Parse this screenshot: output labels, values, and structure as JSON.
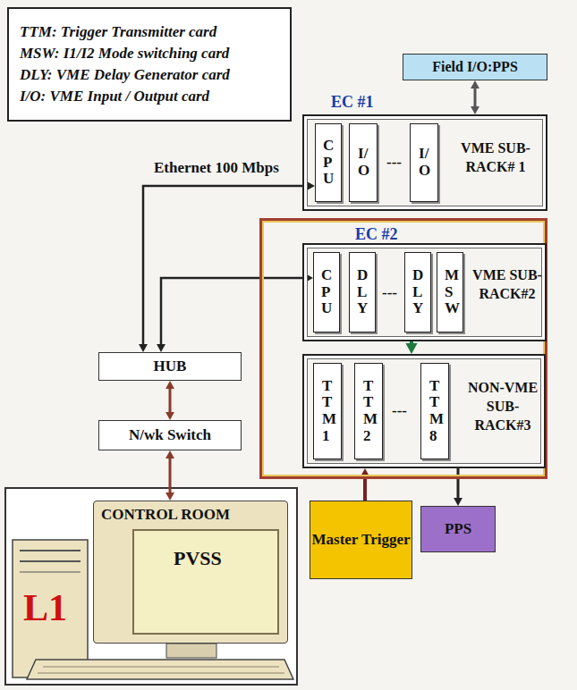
{
  "diagram": {
    "nodes": [
      {
        "text": [
          "TTM: Trigger Transmitter card",
          "MSW: I1/I2 Mode switching card",
          "DLY: VME Delay Generator card",
          "I/O: VME Input / Output card"
        ]
      },
      {
        "text": [
          "Field I/O:PPS"
        ]
      },
      {
        "text": [
          "EC #1",
          "VME SUB-RACK# 1"
        ]
      },
      {
        "text": [
          "CPU"
        ],
        "in": 2
      },
      {
        "text": [
          "I/O"
        ],
        "in": 2
      },
      {
        "text": [
          "I/O"
        ],
        "in": 2
      },
      {
        "text": [
          "EC #2"
        ]
      },
      {
        "text": [
          "VME SUB-RACK#2"
        ],
        "in": 6
      },
      {
        "text": [
          "CPU"
        ],
        "in": 7
      },
      {
        "text": [
          "DLY"
        ],
        "in": 7
      },
      {
        "text": [
          "DLY"
        ],
        "in": 7
      },
      {
        "text": [
          "MSW"
        ],
        "in": 7
      },
      {
        "text": [
          "NON-VME SUB-RACK#3"
        ],
        "in": 6
      },
      {
        "text": [
          "TTM 1"
        ],
        "in": 12
      },
      {
        "text": [
          "TTM 2"
        ],
        "in": 12
      },
      {
        "text": [
          "TTM 8"
        ],
        "in": 12
      },
      {
        "text": [
          "HUB"
        ]
      },
      {
        "text": [
          "N/wk Switch"
        ]
      },
      {
        "text": [
          "CONTROL ROOM"
        ]
      },
      {
        "text": [
          "PVSS"
        ],
        "in": 18
      },
      {
        "text": [
          "Master Trigger"
        ]
      },
      {
        "text": [
          "PPS"
        ]
      }
    ],
    "edges": [
      {
        "from": 1,
        "to": 2,
        "arrow": "both"
      },
      {
        "from": 16,
        "to": 3,
        "label": "Ethernet 100 Mbps",
        "arrow": "both"
      },
      {
        "from": 16,
        "to": 8,
        "arrow": "both"
      },
      {
        "from": 7,
        "to": 12,
        "arrow": "to"
      },
      {
        "from": 16,
        "to": 17,
        "arrow": "both"
      },
      {
        "from": 17,
        "to": 18,
        "arrow": "both"
      },
      {
        "from": 20,
        "to": 12,
        "arrow": "to"
      },
      {
        "from": 12,
        "to": 21,
        "arrow": "to"
      }
    ],
    "labels": [
      "---",
      "---",
      "---",
      "L1"
    ]
  }
}
